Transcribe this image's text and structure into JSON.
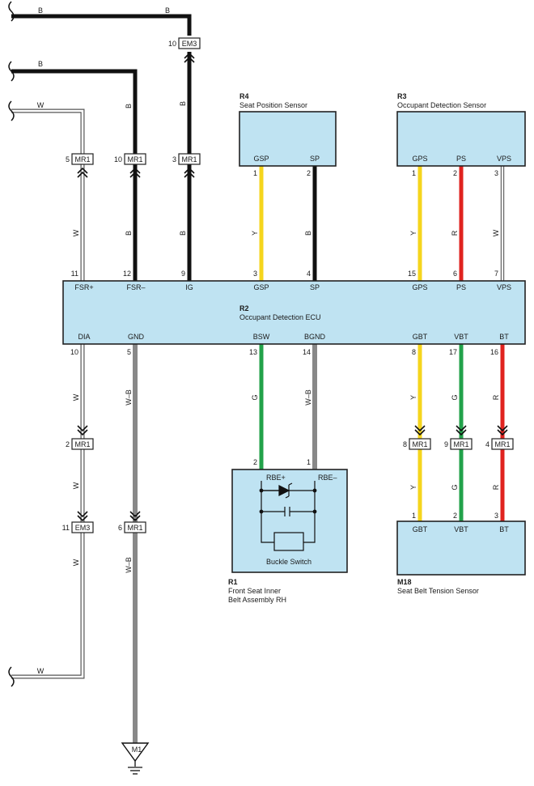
{
  "components": {
    "r4": {
      "id": "R4",
      "name": "Seat Position Sensor",
      "pins": [
        "GSP",
        "SP"
      ],
      "pin_numbers": [
        "1",
        "2"
      ]
    },
    "r3": {
      "id": "R3",
      "name": "Occupant Detection Sensor",
      "pins": [
        "GPS",
        "PS",
        "VPS"
      ],
      "pin_numbers": [
        "1",
        "2",
        "3"
      ]
    },
    "r2": {
      "id": "R2",
      "name": "Occupant Detection ECU",
      "top_pins": [
        "FSR+",
        "FSR–",
        "IG",
        "GSP",
        "SP",
        "GPS",
        "PS",
        "VPS"
      ],
      "top_numbers": [
        "11",
        "12",
        "9",
        "3",
        "4",
        "15",
        "6",
        "7"
      ],
      "bottom_pins": [
        "DIA",
        "GND",
        "BSW",
        "BGND",
        "GBT",
        "VBT",
        "BT"
      ],
      "bottom_numbers": [
        "10",
        "5",
        "13",
        "14",
        "8",
        "17",
        "16"
      ]
    },
    "r1": {
      "id": "R1",
      "name_line1": "Front Seat Inner",
      "name_line2": "Belt Assembly RH",
      "pins": [
        "RBE+",
        "RBE–"
      ],
      "pin_numbers": [
        "2",
        "1"
      ],
      "switch_label": "Buckle Switch"
    },
    "m18": {
      "id": "M18",
      "name": "Seat Belt Tension Sensor",
      "pins": [
        "GBT",
        "VBT",
        "BT"
      ],
      "pin_numbers": [
        "1",
        "2",
        "3"
      ]
    },
    "ground": {
      "id": "M1"
    }
  },
  "connectors": {
    "em3_top": {
      "number": "10",
      "name": "EM3"
    },
    "mr1_fsr_plus": {
      "number": "5",
      "name": "MR1"
    },
    "mr1_fsr_minus": {
      "number": "10",
      "name": "MR1"
    },
    "mr1_ig": {
      "number": "3",
      "name": "MR1"
    },
    "mr1_dia": {
      "number": "2",
      "name": "MR1"
    },
    "em3_dia": {
      "number": "11",
      "name": "EM3"
    },
    "mr1_gnd": {
      "number": "6",
      "name": "MR1"
    },
    "mr1_gbt": {
      "number": "8",
      "name": "MR1"
    },
    "mr1_vbt": {
      "number": "9",
      "name": "MR1"
    },
    "mr1_bt": {
      "number": "4",
      "name": "MR1"
    }
  },
  "wire_colors": {
    "b_top": "B",
    "b_second": "B",
    "w_left_top": "W",
    "b_fsr_minus": "B",
    "b_ig_upper": "B",
    "b_ig_lower": "B",
    "b_fsr_minus_lower": "B",
    "w_fsr_plus": "W",
    "y_gsp": "Y",
    "b_sp": "B",
    "y_gps": "Y",
    "r_ps": "R",
    "w_vps": "W",
    "w_dia_1": "W",
    "w_dia_2": "W",
    "w_dia_3": "W",
    "w_left_bottom": "W",
    "wb_gnd_1": "W–B",
    "wb_gnd_2": "W–B",
    "g_bsw": "G",
    "wb_bgnd": "W–B",
    "y_gbt_1": "Y",
    "g_vbt_1": "G",
    "r_bt_1": "R",
    "y_gbt_2": "Y",
    "g_vbt_2": "G",
    "r_bt_2": "R"
  },
  "colors": {
    "black": "#111111",
    "yellow": "#f5d51d",
    "red": "#e0231f",
    "green": "#22a24a",
    "white_outline": "#555555",
    "box_fill": "#bfe3f2"
  }
}
